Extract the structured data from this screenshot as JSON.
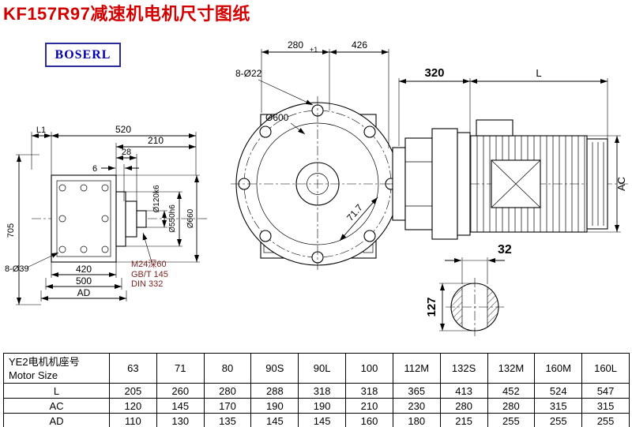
{
  "page": {
    "title": "KF157R97减速机电机尺寸图纸",
    "logo_text": "BOSERL"
  },
  "colors": {
    "title_red": "#d40000",
    "logo_blue": "#0000b0",
    "note_maroon": "#7a1f1f",
    "line_black": "#000000"
  },
  "front_view": {
    "dim_280": "280",
    "dim_280_tol": "+1",
    "dim_426": "426",
    "bolt_holes": "8-Ø22",
    "flange_dia": "Ø600",
    "angle_dim": "71.7"
  },
  "side_view": {
    "dim_320": "320",
    "dim_L": "L",
    "dim_AC": "AC"
  },
  "shaft_view": {
    "dim_32": "32",
    "dim_127": "127"
  },
  "left_view": {
    "dim_L1": "L1",
    "dim_520": "520",
    "dim_210": "210",
    "dim_28": "28",
    "dim_6": "6",
    "dim_705": "705",
    "dim_420": "420",
    "dim_500": "500",
    "dim_AD": "AD",
    "holes": "8-Ø39",
    "dia_120": "Ø120k6",
    "dia_550": "Ø550h6",
    "dia_660": "Ø660",
    "thread_note": "M24深60",
    "std_gb": "GB/T 145",
    "std_din": "DIN 332"
  },
  "table": {
    "header_cn": "YE2电机机座号",
    "header_en": "Motor Size",
    "sizes": [
      "63",
      "71",
      "80",
      "90S",
      "90L",
      "100",
      "112M",
      "132S",
      "132M",
      "160M",
      "160L"
    ],
    "rows": [
      {
        "label": "L",
        "values": [
          "205",
          "260",
          "280",
          "288",
          "318",
          "318",
          "365",
          "413",
          "452",
          "524",
          "547"
        ]
      },
      {
        "label": "AC",
        "values": [
          "120",
          "145",
          "170",
          "190",
          "190",
          "210",
          "230",
          "280",
          "280",
          "315",
          "315"
        ]
      },
      {
        "label": "AD",
        "values": [
          "110",
          "130",
          "135",
          "145",
          "145",
          "160",
          "180",
          "215",
          "255",
          "255",
          "255"
        ]
      }
    ]
  }
}
